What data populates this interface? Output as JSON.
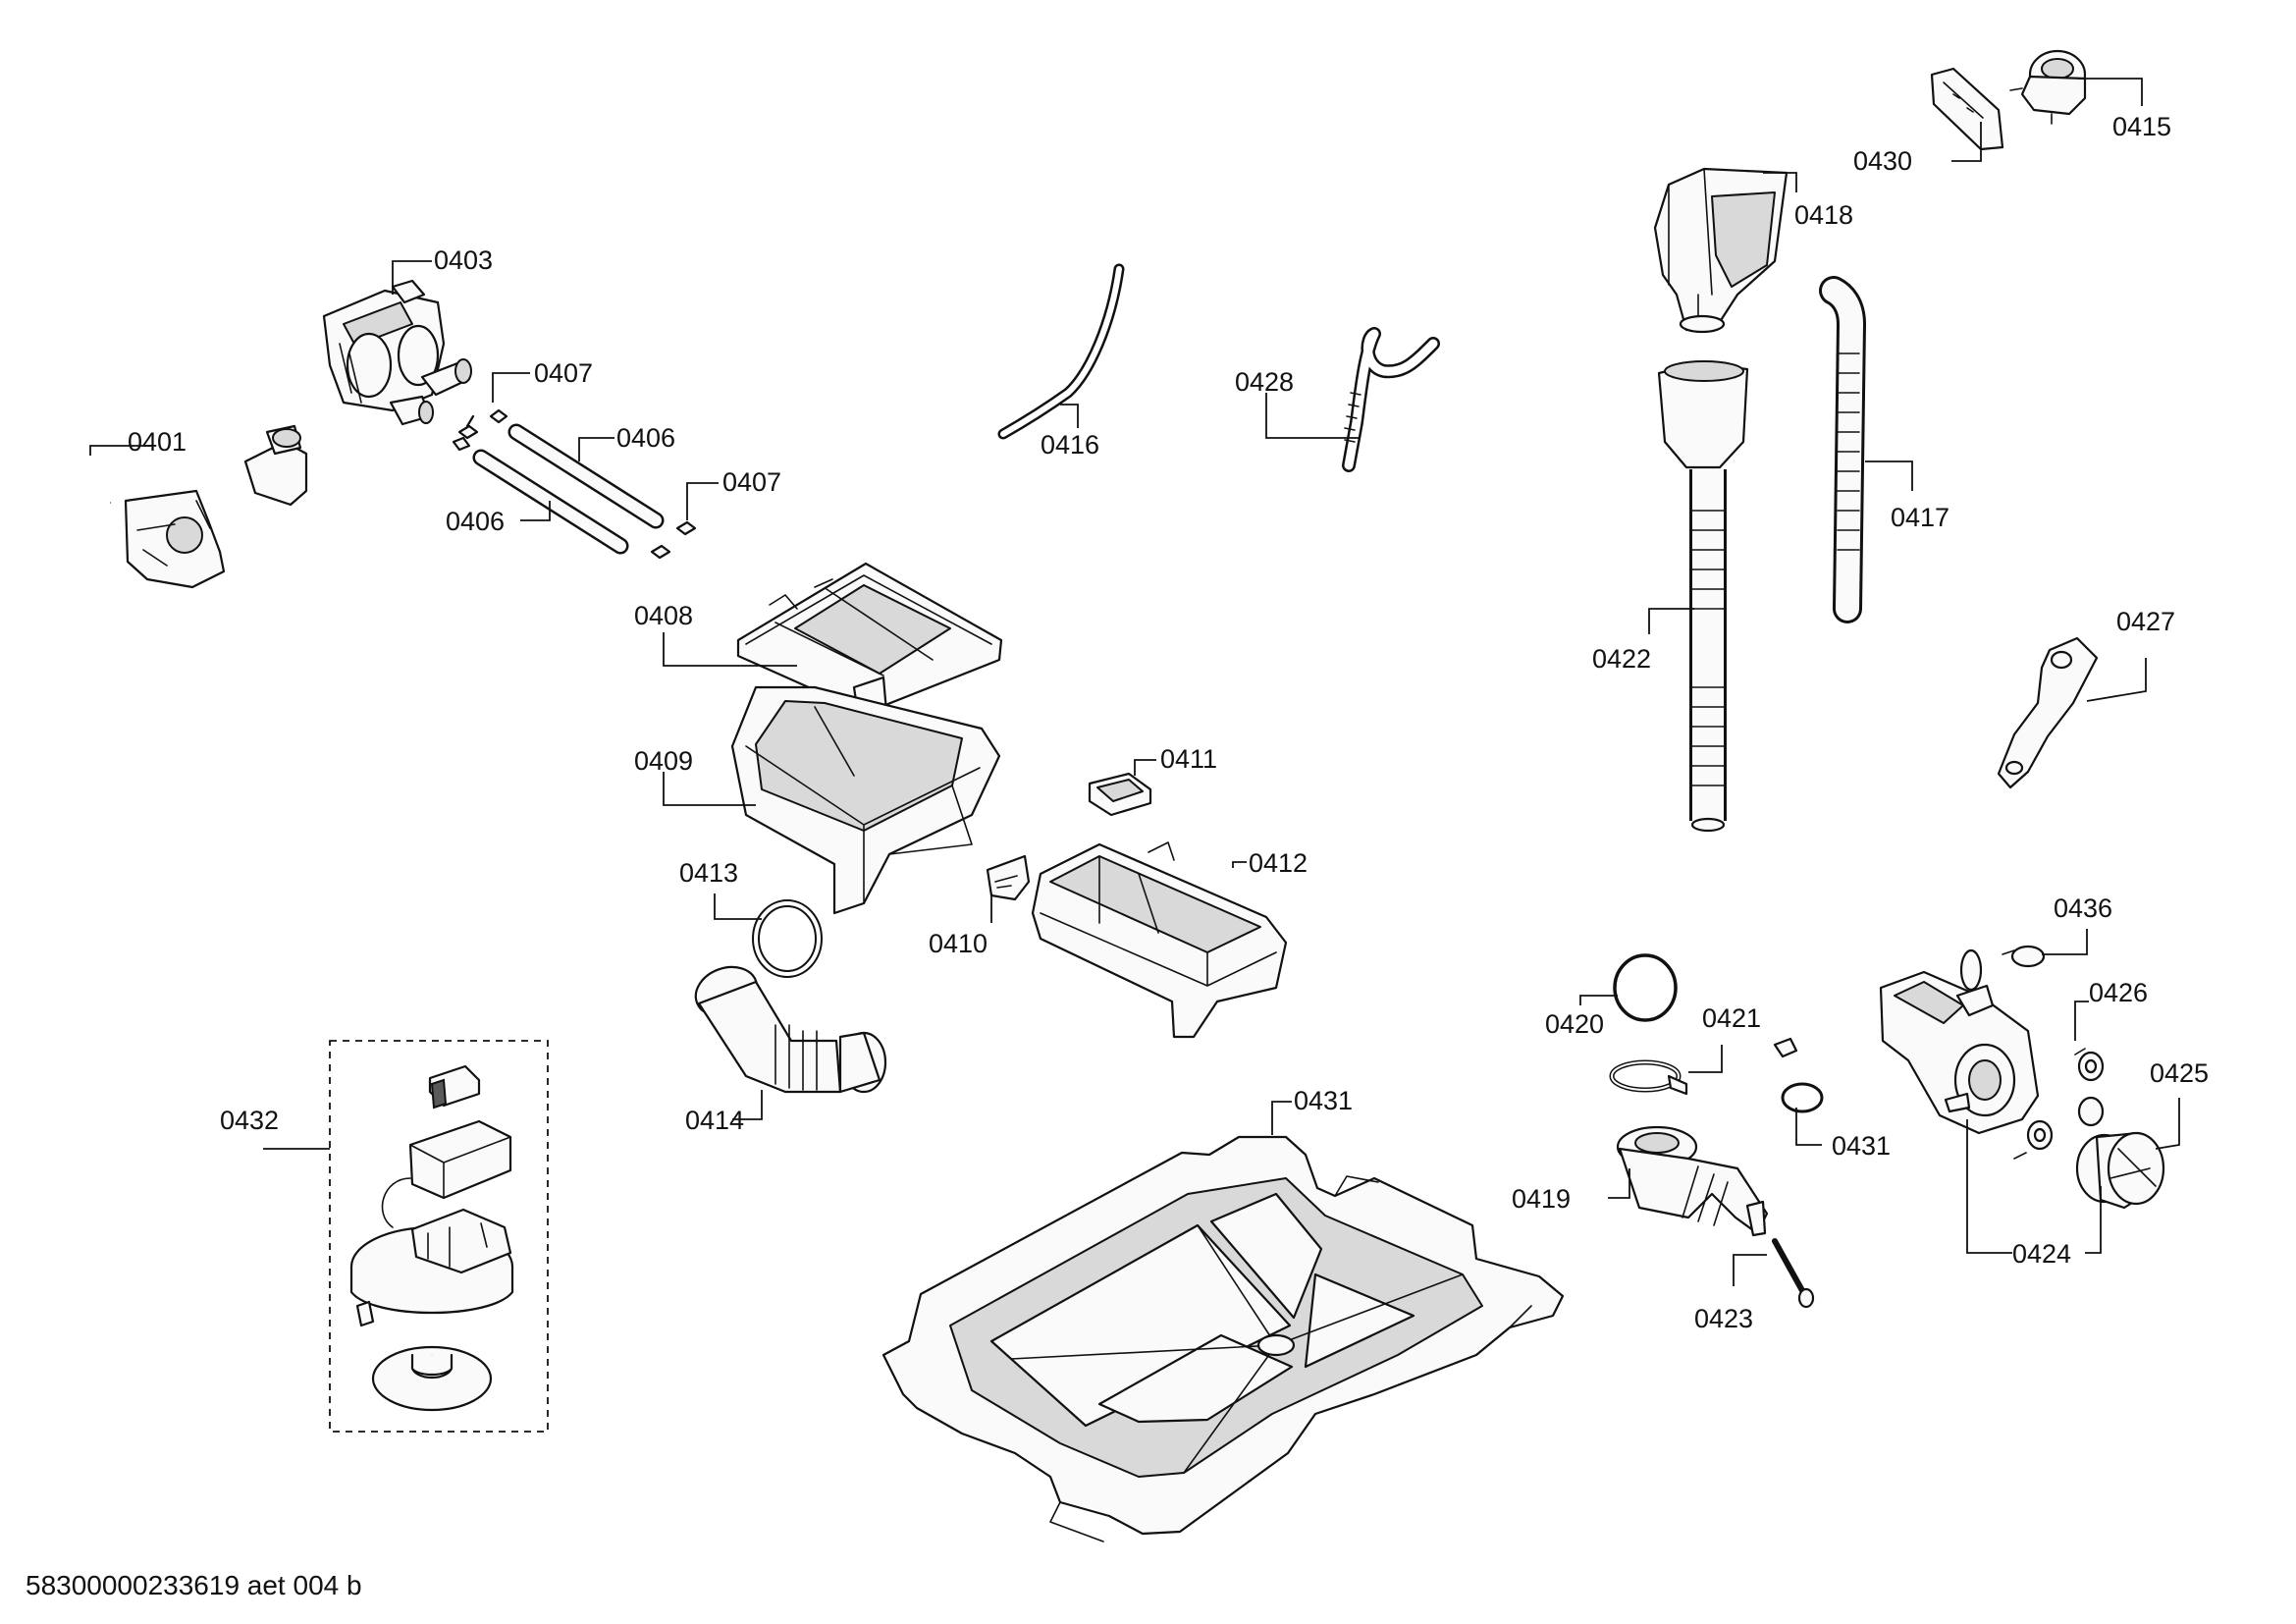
{
  "diagram": {
    "footer_code": "58300000233619 aet 004 b",
    "parts": {
      "p0401": "0401",
      "p0403": "0403",
      "p0406a": "0406",
      "p0406b": "0406",
      "p0407a": "0407",
      "p0407b": "0407",
      "p0408": "0408",
      "p0409": "0409",
      "p0410": "0410",
      "p0411": "0411",
      "p0412": "0412",
      "p0413": "0413",
      "p0414": "0414",
      "p0415": "0415",
      "p0416": "0416",
      "p0417": "0417",
      "p0418": "0418",
      "p0419": "0419",
      "p0420": "0420",
      "p0421": "0421",
      "p0422": "0422",
      "p0423": "0423",
      "p0424": "0424",
      "p0425": "0425",
      "p0426": "0426",
      "p0427": "0427",
      "p0428": "0428",
      "p0430": "0430",
      "p0431a": "0431",
      "p0431b": "0431",
      "p0432": "0432",
      "p0436": "0436"
    }
  }
}
